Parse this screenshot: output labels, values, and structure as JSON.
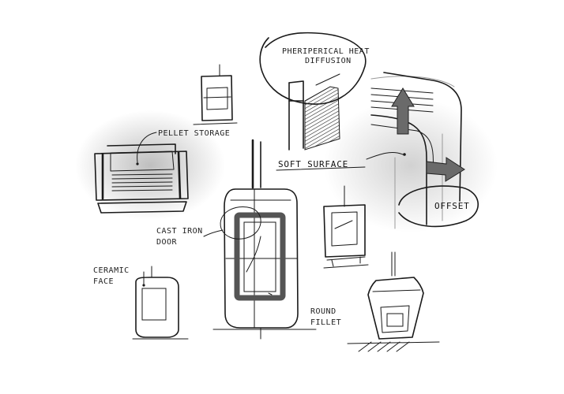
{
  "labels": {
    "peripherical_heat": "PHERIPERICAL HEAT",
    "diffusion": "DIFFUSION",
    "pellet_storage": "PELLET STORAGE",
    "soft_surface": "SOFT SURFACE",
    "offset": "OFFSET",
    "cast_iron": "CAST IRON",
    "door": "DOOR",
    "ceramic": "CERAMIC",
    "face": "FACE",
    "round": "ROUND",
    "fillet": "FILLET"
  },
  "colors": {
    "ink": "#1a1a1a",
    "marker_grey": "#7d7d7d",
    "door_frame": "#555555",
    "arrow_grey": "#666666"
  }
}
